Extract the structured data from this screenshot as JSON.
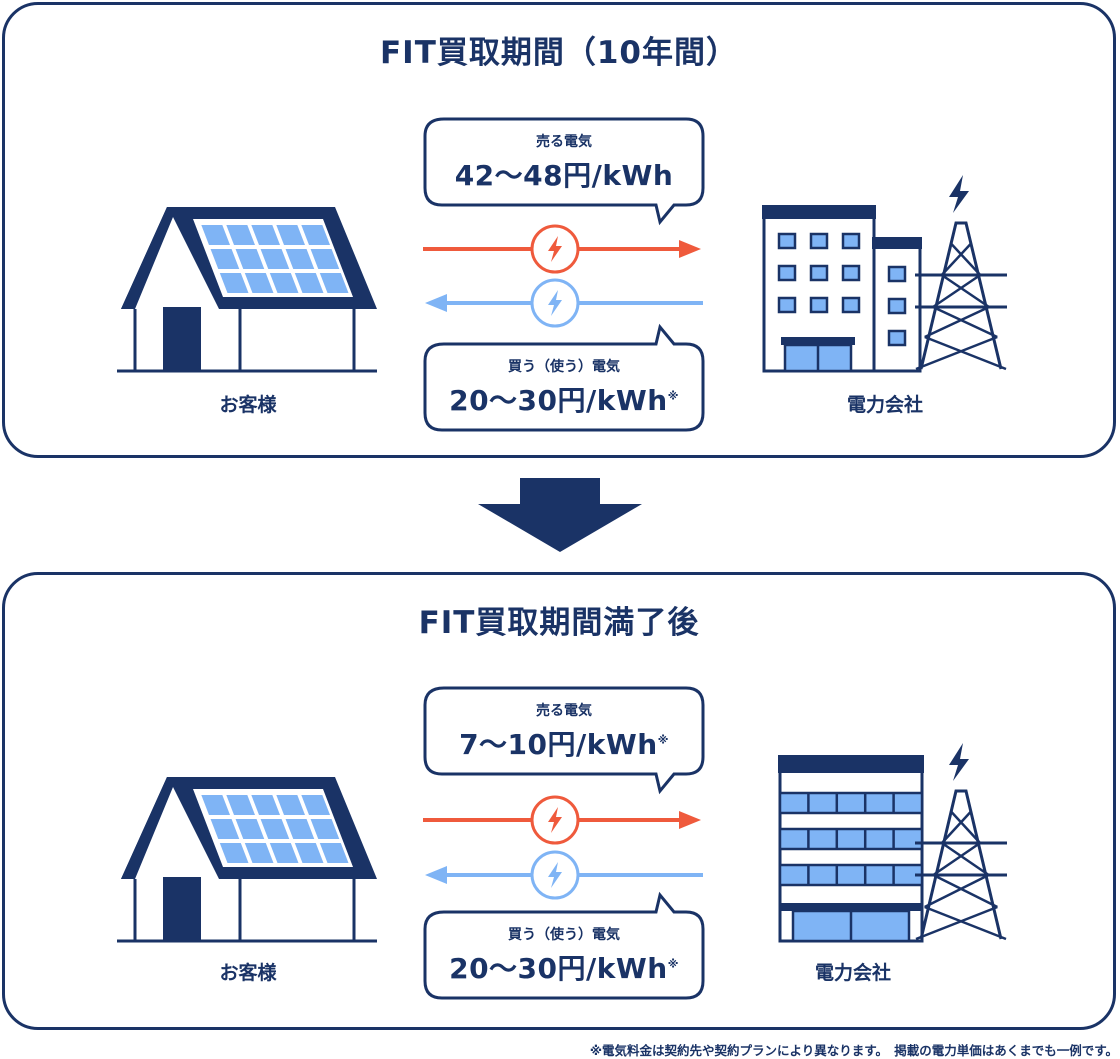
{
  "colors": {
    "navy": "#1a3366",
    "sell_arrow": "#ef5a3c",
    "buy_arrow": "#7fb4f5",
    "panel_blue": "#7fb4f5"
  },
  "icons": [
    "lightning-bolt-icon",
    "house-solar-icon",
    "building-icon",
    "power-tower-icon",
    "down-arrow-icon"
  ],
  "before": {
    "title": "FIT買取期間（10年間）",
    "sell": {
      "label": "売る電気",
      "price": "42〜48円/kWh",
      "note": ""
    },
    "buy": {
      "label": "買う（使う）電気",
      "price": "20〜30円/kWh",
      "note": "※"
    },
    "customer_label": "お客様",
    "company_label": "電力会社"
  },
  "after": {
    "title": "FIT買取期間満了後",
    "sell": {
      "label": "売る電気",
      "price": "7〜10円/kWh",
      "note": "※"
    },
    "buy": {
      "label": "買う（使う）電気",
      "price": "20〜30円/kWh",
      "note": "※"
    },
    "customer_label": "お客様",
    "company_label": "電力会社"
  },
  "footnote": "※電気料金は契約先や契約プランにより異なります。　掲載の電力単価はあくまでも一例です。"
}
